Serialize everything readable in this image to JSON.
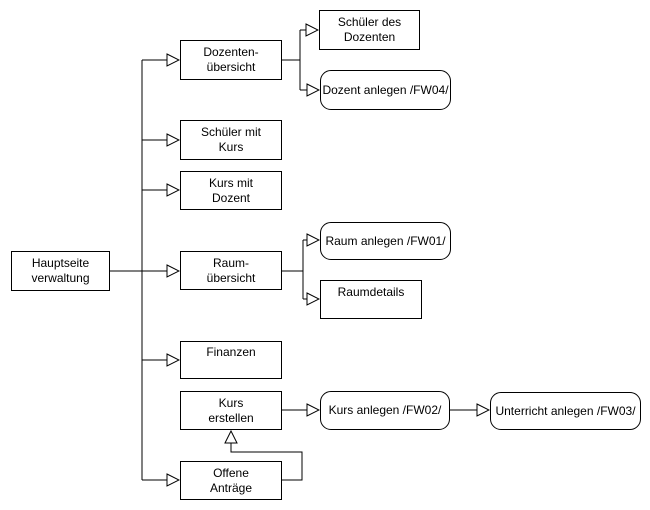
{
  "diagram": {
    "colors": {
      "stroke": "#000000",
      "node_fill": "#ffffff",
      "text": "#000000",
      "background": "#ffffff"
    },
    "nodes": {
      "hauptseite": {
        "line1": "Hauptseite",
        "line2": "verwaltung"
      },
      "dozentenuebersicht": {
        "line1": "Dozenten-",
        "line2": "übersicht"
      },
      "schueler_mit_kurs": {
        "line1": "Schüler mit",
        "line2": "Kurs"
      },
      "kurs_mit_dozent": {
        "line1": "Kurs mit",
        "line2": "Dozent"
      },
      "raumuebersicht": {
        "line1": "Raum-",
        "line2": "übersicht"
      },
      "finanzen": {
        "line1": "Finanzen",
        "line2": ""
      },
      "kurs_erstellen": {
        "line1": "Kurs",
        "line2": "erstellen"
      },
      "offene_antraege": {
        "line1": "Offene",
        "line2": "Anträge"
      },
      "schueler_des_dozenten": {
        "line1": "Schüler des",
        "line2": "Dozenten"
      },
      "raumdetails": {
        "line1": "Raumdetails",
        "line2": ""
      },
      "dozent_anlegen": {
        "label": "Dozent anlegen /FW04/"
      },
      "raum_anlegen": {
        "label": "Raum anlegen /FW01/"
      },
      "kurs_anlegen": {
        "label": "Kurs anlegen /FW02/"
      },
      "unterricht_anlegen": {
        "label": "Unterricht anlegen /FW03/"
      }
    }
  }
}
